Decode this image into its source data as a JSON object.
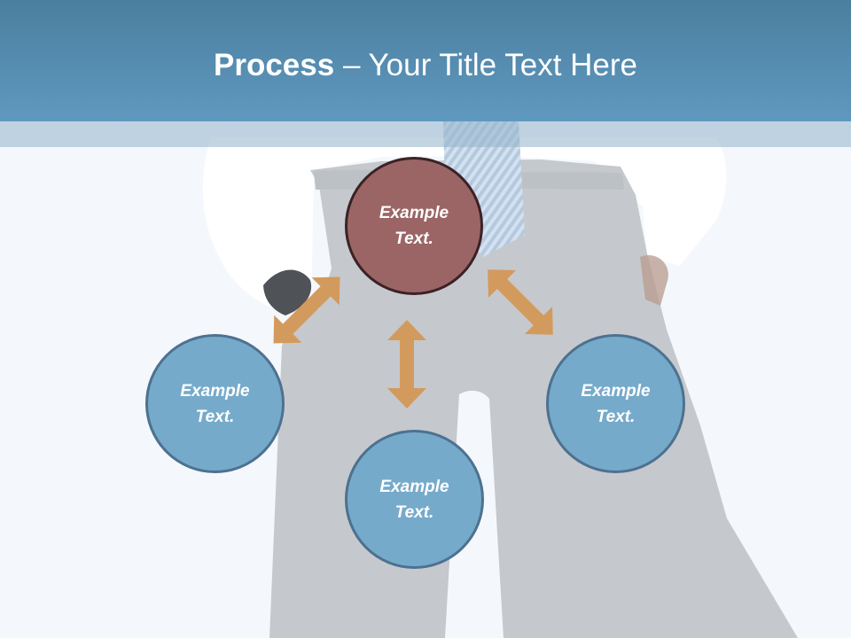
{
  "slide": {
    "title_bold": "Process",
    "title_rest": " – Your Title Text Here"
  },
  "nodes": {
    "center": "Example\nText.",
    "left": "Example\nText.",
    "bottom": "Example\nText.",
    "right": "Example\nText."
  },
  "colors": {
    "header": "#5f98bf",
    "center_node": "#9b6566",
    "outer_node": "#76aaca",
    "arrow": "#d39a5d"
  },
  "background": {
    "image": "businessman-torso-hands-in-pockets"
  }
}
